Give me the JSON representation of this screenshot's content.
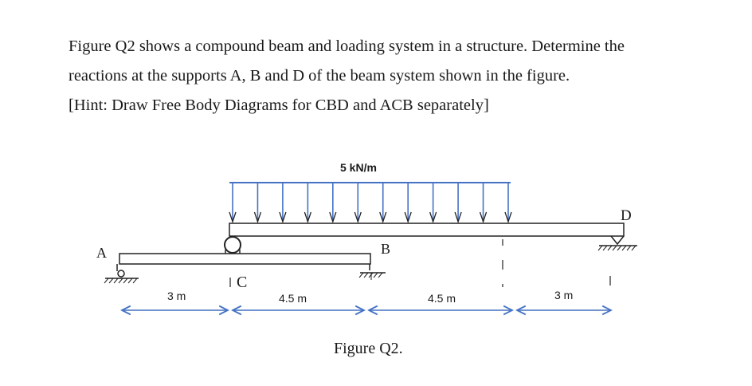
{
  "problem": {
    "line1": "Figure Q2 shows a compound beam and loading system in a structure. Determine the",
    "line2": "reactions at the supports A, B and D of the beam system shown in the figure.",
    "hint": "[Hint: Draw Free Body Diagrams for CBD and ACB separately]"
  },
  "figure": {
    "load_label": "5 kN/m",
    "label_a": "A",
    "label_b": "B",
    "label_c": "C",
    "label_d": "D",
    "dim_1": "3 m",
    "dim_2": "4.5 m",
    "dim_3": "4.5 m",
    "dim_4": "3 m",
    "caption": "Figure Q2."
  },
  "colors": {
    "load_line": "#4472c4",
    "dimension_arrow": "#4472c4",
    "beam_stroke": "#222222",
    "text": "#1a1a1a"
  }
}
